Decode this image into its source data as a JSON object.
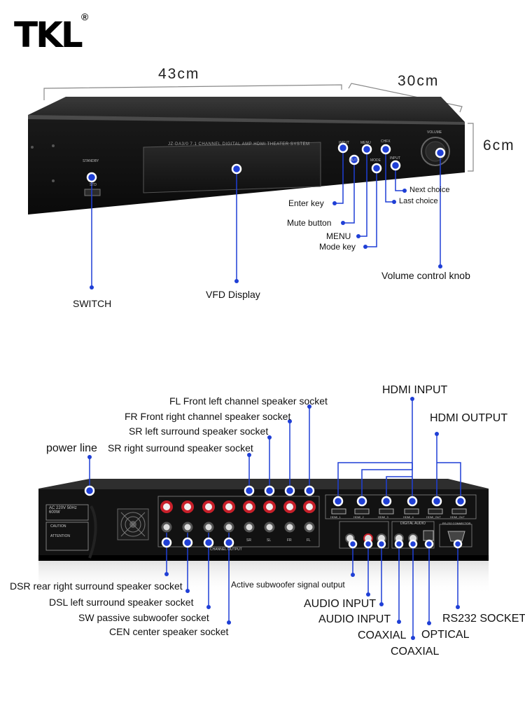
{
  "brand": {
    "logo_text": "TKL",
    "registered": "®"
  },
  "dimensions": {
    "width": "43cm",
    "depth": "30cm",
    "height": "6cm"
  },
  "front_panel": {
    "model_text": "JZ-DA3/0  7.1 CHANNEL DIGITAL AMP HDMI THEATER SYSTEM",
    "standby_text": "STANDBY",
    "std_text": "STD",
    "button_texts": [
      "INPUT",
      "MENU",
      "CHFX",
      "MUTE",
      "MODE",
      "INPUT"
    ],
    "volume_text": "VOLUME"
  },
  "front_labels": {
    "switch": "SWITCH",
    "vfd": "VFD Display",
    "enter": "Enter key",
    "mute": "Mute button",
    "menu": "MENU",
    "mode": "Mode key",
    "next": "Next choice",
    "last": "Last choice",
    "volume": "Volume control knob"
  },
  "rear_panel": {
    "ac_text": [
      "AC",
      "220V",
      "50Hz",
      "600W"
    ],
    "caution_text": "CAUTION",
    "attention_text": "ATTENTION",
    "channel_output_text": "CHANNEL OUTPUT",
    "speaker_tags": [
      "SR",
      "SL",
      "FR",
      "FL"
    ],
    "hdmi_tags": [
      "HDMI_1",
      "HDMI_2",
      "HDMI_3",
      "HDMI_4",
      "HDMI_OUT",
      "HDMI_OUT"
    ],
    "digital_audio_text": "DIGITAL AUDIO",
    "rs232_text": "RS-232 CONNECTOR"
  },
  "rear_labels": {
    "fl": "FL Front left channel speaker socket",
    "fr": "FR Front right channel speaker socket",
    "sr_left": "SR left surround speaker socket",
    "sr_right": "SR right surround speaker socket",
    "power": "power line",
    "hdmi_in": "HDMI INPUT",
    "hdmi_out": "HDMI OUTPUT",
    "dsr": "DSR rear right surround speaker socket",
    "dsl": "DSL left surround speaker socket",
    "sw": "SW passive subwoofer socket",
    "cen": "CEN center speaker socket",
    "active_sub": "Active subwoofer signal output",
    "audio_in_1": "AUDIO INPUT",
    "audio_in_2": "AUDIO INPUT",
    "coaxial_1": "COAXIAL",
    "coaxial_2": "COAXIAL",
    "optical": "OPTICAL",
    "rs232": "RS232 SOCKET"
  },
  "colors": {
    "accent_blue": "#1f3fd6",
    "panel_black": "#141414",
    "speaker_red": "#c8202a"
  }
}
